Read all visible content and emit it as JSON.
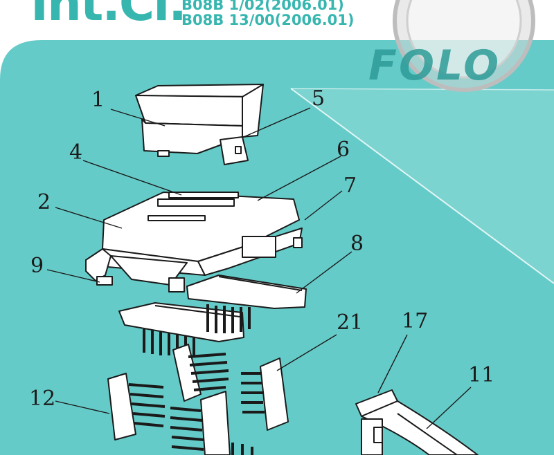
{
  "header": {
    "title": "Int.Cl.",
    "classifications": [
      "B08B 1/02(2006.01)",
      "B08B 13/00(2006.01)"
    ]
  },
  "brand": "FOLO",
  "colors": {
    "teal": "#65cbc8",
    "accent": "#37b6b0"
  },
  "labels": {
    "p1": "1",
    "p2": "2",
    "p4": "4",
    "p5": "5",
    "p6": "6",
    "p7": "7",
    "p8": "8",
    "p9": "9",
    "p11": "11",
    "p12": "12",
    "p17": "17",
    "p21": "21"
  }
}
